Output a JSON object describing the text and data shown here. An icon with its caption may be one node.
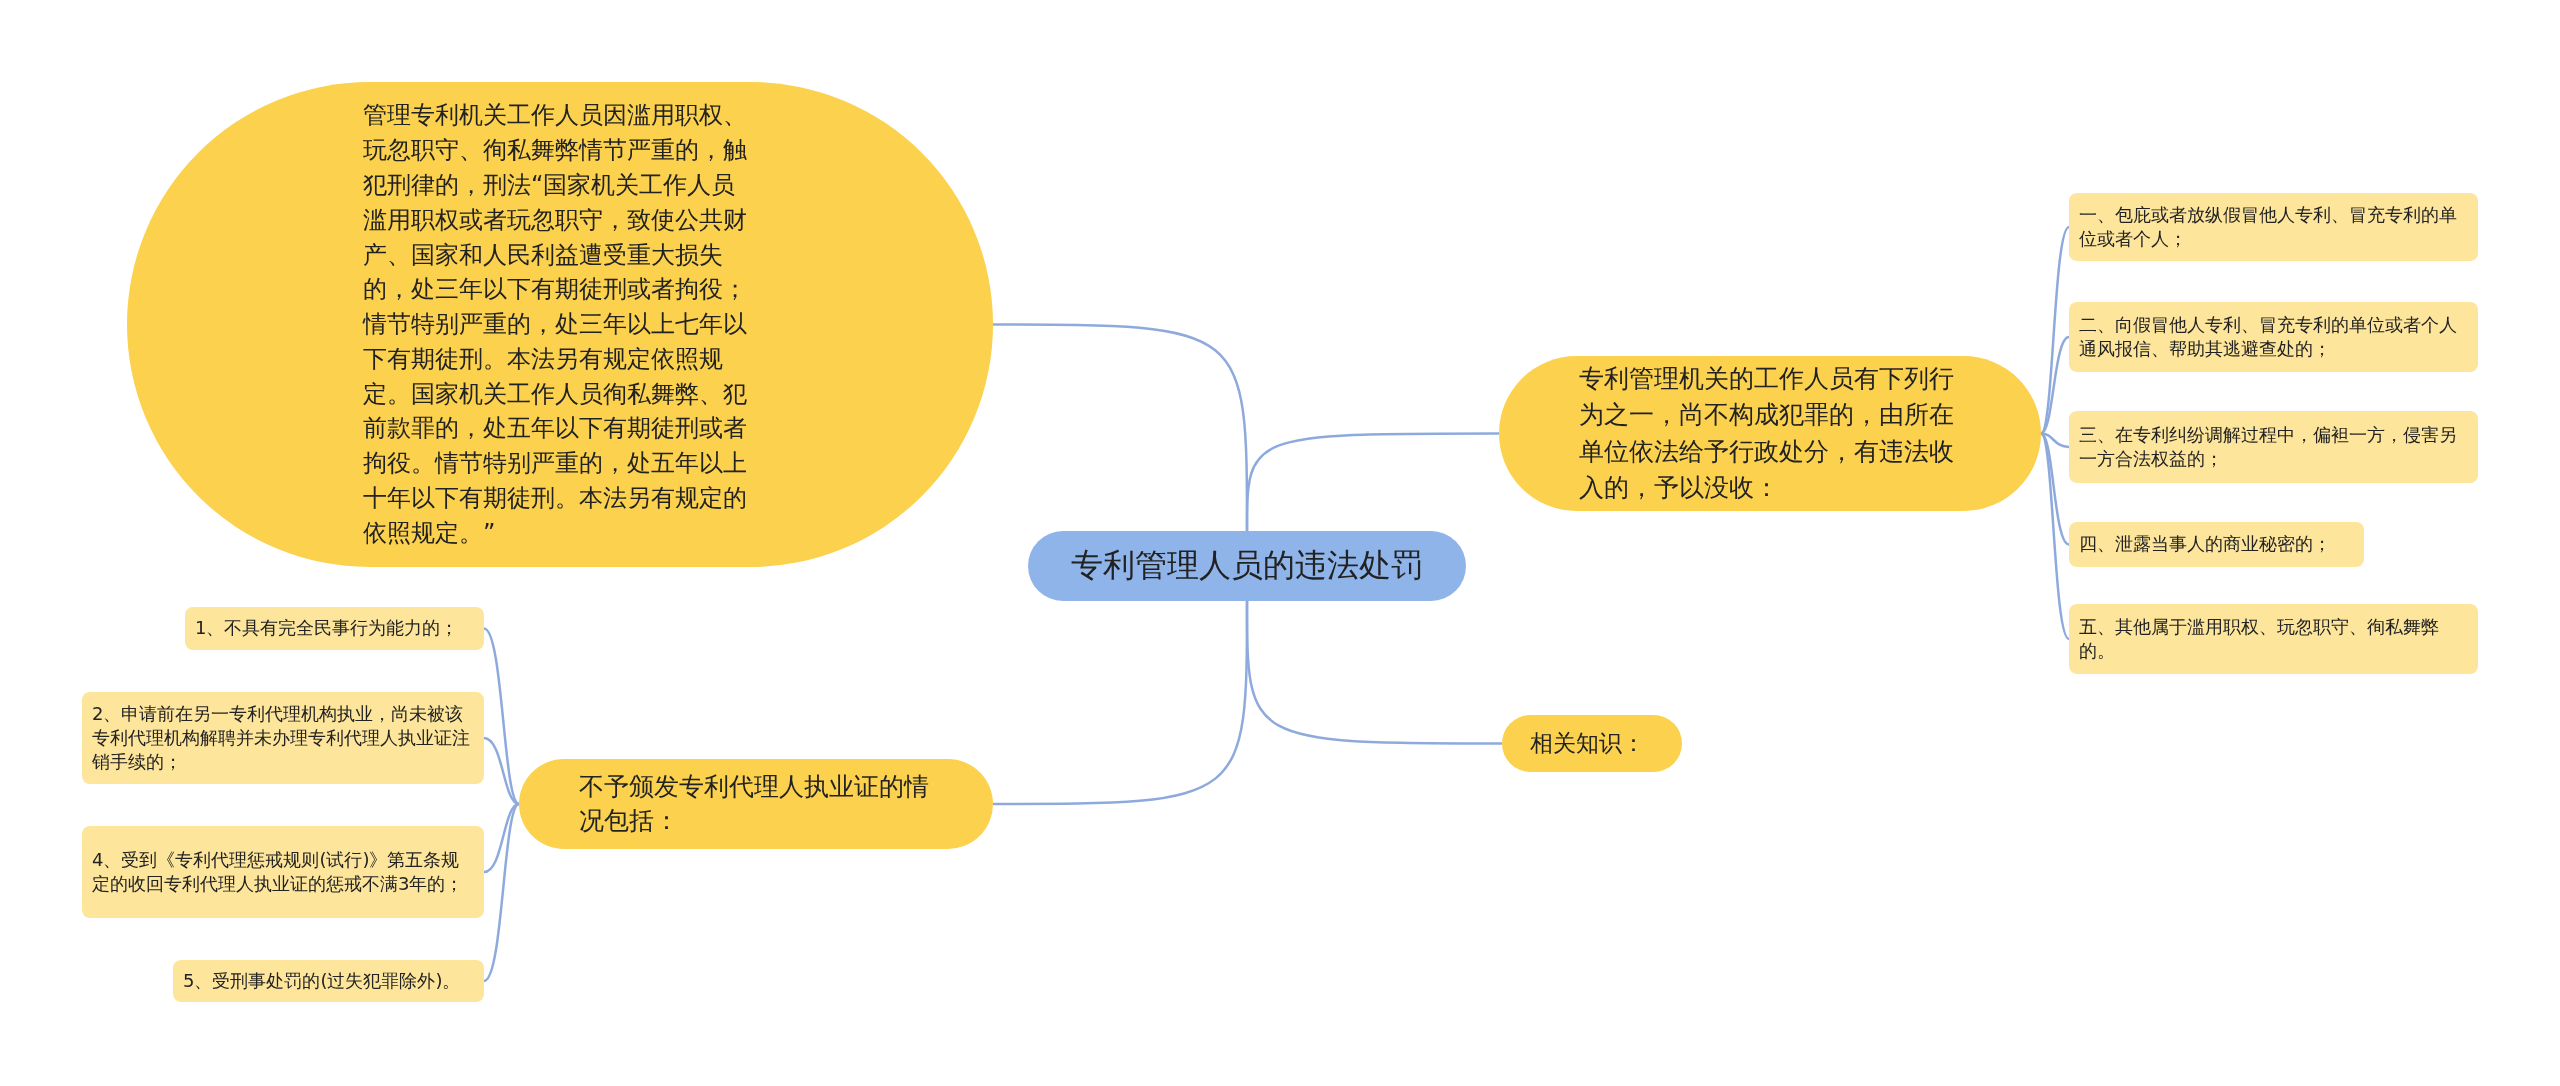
{
  "diagram": {
    "nodes": [
      {
        "text": [
          "专利管理人员的违法处罚"
        ]
      },
      {
        "text": [
          "管理专利机关工作人员因滥用职权、玩忽职守、徇私舞弊情节严重的，触犯刑律的，刑法“国家机关工作人员滥用职权或者玩忽职守，致使公共财产、国家和人民利益遭受重大损失的，处三年以下有期徒刑或者拘役；情节特别严重的，处三年以上七年以下有期徒刑。本法另有规定依照规定。国家机关工作人员徇私舞弊、犯前款罪的，处五年以下有期徒刑或者拘役。情节特别严重的，处五年以上十年以下有期徒刑。本法另有规定的依照规定。”"
        ]
      },
      {
        "text": [
          "专利管理机关的工作人员有下列行为之一，尚不构成犯罪的，由所在单位依法给予行政处分，有违法收入的，予以没收："
        ]
      },
      {
        "text": [
          "一、包庇或者放纵假冒他人专利、冒充专利的单位或者个人；"
        ]
      },
      {
        "text": [
          "二、向假冒他人专利、冒充专利的单位或者个人通风报信、帮助其逃避查处的；"
        ]
      },
      {
        "text": [
          "三、在专利纠纷调解过程中，偏袒一方，侵害另一方合法权益的；"
        ]
      },
      {
        "text": [
          "四、泄露当事人的商业秘密的；"
        ]
      },
      {
        "text": [
          "五、其他属于滥用职权、玩忽职守、徇私舞弊的。"
        ]
      },
      {
        "text": [
          "相关知识："
        ]
      },
      {
        "text": [
          "不予颁发专利代理人执业证的情况包括："
        ]
      },
      {
        "text": [
          "1、不具有完全民事行为能力的；"
        ]
      },
      {
        "text": [
          "2、申请前在另一专利代理机构执业，尚未被该专利代理机构解聘并未办理专利代理人执业证注销手续的；"
        ]
      },
      {
        "text": [
          "4、受到《专利代理惩戒规则(试行)》第五条规定的收回专利代理人执业证的惩戒不满3年的；"
        ]
      },
      {
        "text": [
          "5、受刑事处罚的(过失犯罪除外)。"
        ]
      }
    ],
    "edges": [
      {
        "from": 0,
        "to": 1,
        "arrow": "none"
      },
      {
        "from": 0,
        "to": 2,
        "arrow": "none"
      },
      {
        "from": 2,
        "to": 3,
        "arrow": "none"
      },
      {
        "from": 2,
        "to": 4,
        "arrow": "none"
      },
      {
        "from": 2,
        "to": 5,
        "arrow": "none"
      },
      {
        "from": 2,
        "to": 6,
        "arrow": "none"
      },
      {
        "from": 2,
        "to": 7,
        "arrow": "none"
      },
      {
        "from": 0,
        "to": 8,
        "arrow": "none"
      },
      {
        "from": 0,
        "to": 9,
        "arrow": "none"
      },
      {
        "from": 9,
        "to": 10,
        "arrow": "none"
      },
      {
        "from": 9,
        "to": 11,
        "arrow": "none"
      },
      {
        "from": 9,
        "to": 12,
        "arrow": "none"
      },
      {
        "from": 9,
        "to": 13,
        "arrow": "none"
      }
    ]
  }
}
